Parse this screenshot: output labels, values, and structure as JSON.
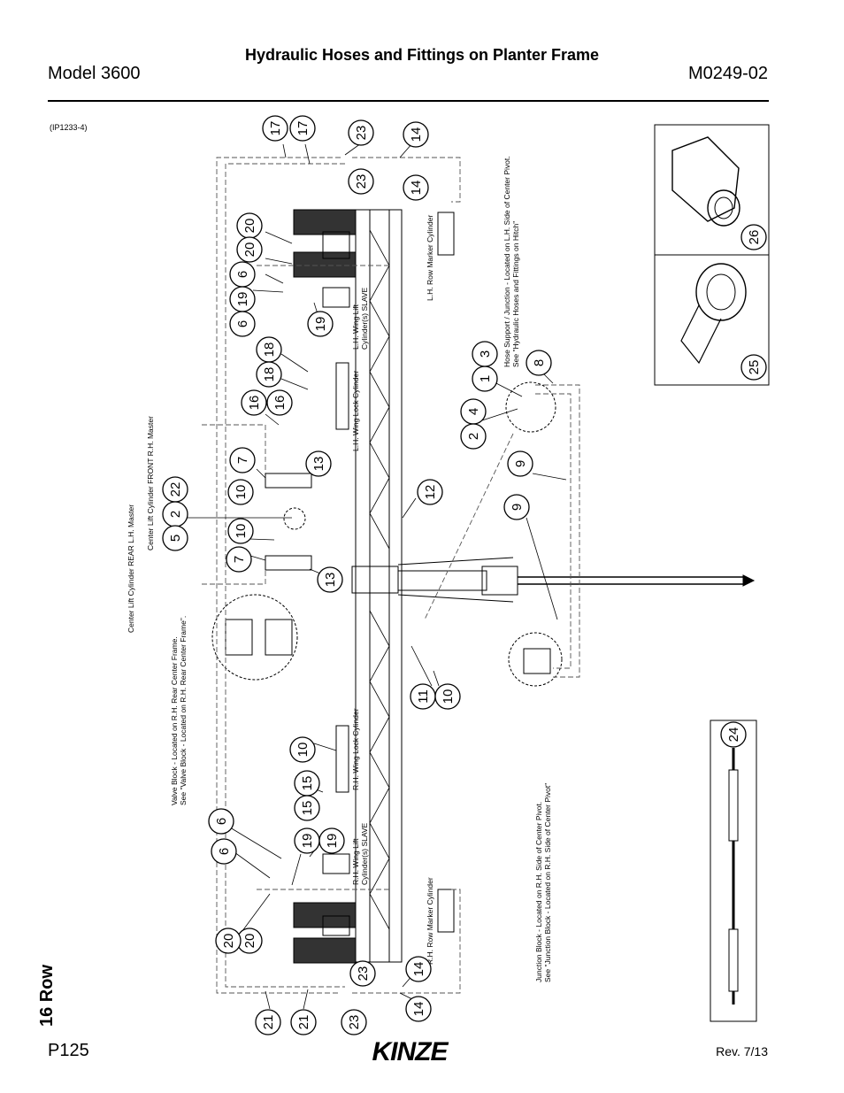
{
  "header": {
    "model": "Model 3600",
    "title": "Hydraulic Hoses and Fittings on Planter Frame",
    "doc_number": "M0249-02"
  },
  "figure_id": "(IP1233-4)",
  "side_label": "16 Row",
  "footer": {
    "page": "P125",
    "logo": "KINZE",
    "revision": "Rev. 7/13"
  },
  "callouts": [
    "17",
    "17",
    "23",
    "14",
    "23",
    "14",
    "20",
    "20",
    "6",
    "19",
    "6",
    "19",
    "18",
    "18",
    "16",
    "16",
    "7",
    "13",
    "10",
    "22",
    "2",
    "5",
    "10",
    "7",
    "13",
    "12",
    "1",
    "3",
    "4",
    "2",
    "8",
    "9",
    "9",
    "11",
    "10",
    "10",
    "15",
    "15",
    "6",
    "6",
    "19",
    "19",
    "20",
    "20",
    "14",
    "23",
    "21",
    "21",
    "14",
    "23",
    "26",
    "25",
    "24"
  ],
  "labels": {
    "lh_marker": "L.H. Row Marker Cylinder",
    "lh_wing_lift_1": "L.H. Wing Lift",
    "lh_wing_lift_2": "Cylinder(s) SLAVE",
    "lh_wing_lock": "L.H. Wing Lock Cylinder",
    "hose_support_1": "Hose Support / Junction - Located on L.H. Side of Center Pivot.",
    "hose_support_2": "See \"Hydraulic Hoses and Fittings on Hitch\"",
    "center_front": "Center Lift Cylinder FRONT R.H. Master",
    "center_rear": "Center Lift Cylinder REAR L.H. Master",
    "valve_block_1": "Valve Block - Located on R.H. Rear Center Frame.",
    "valve_block_2": "See \"Valve Block - Located on R.H. Rear Center Frame\".",
    "rh_wing_lock": "R.H. Wing Lock Cylinder",
    "rh_wing_lift_1": "R.H. Wing Lift",
    "rh_wing_lift_2": "Cylinder(s) SLAVE",
    "rh_marker": "R.H. Row Marker Cylinder",
    "junction_1": "Junction Block - Located on R.H. Side of Center Pivot.",
    "junction_2": "See \"Junction Block - Located on R.H. Side of Center Pivot\""
  }
}
